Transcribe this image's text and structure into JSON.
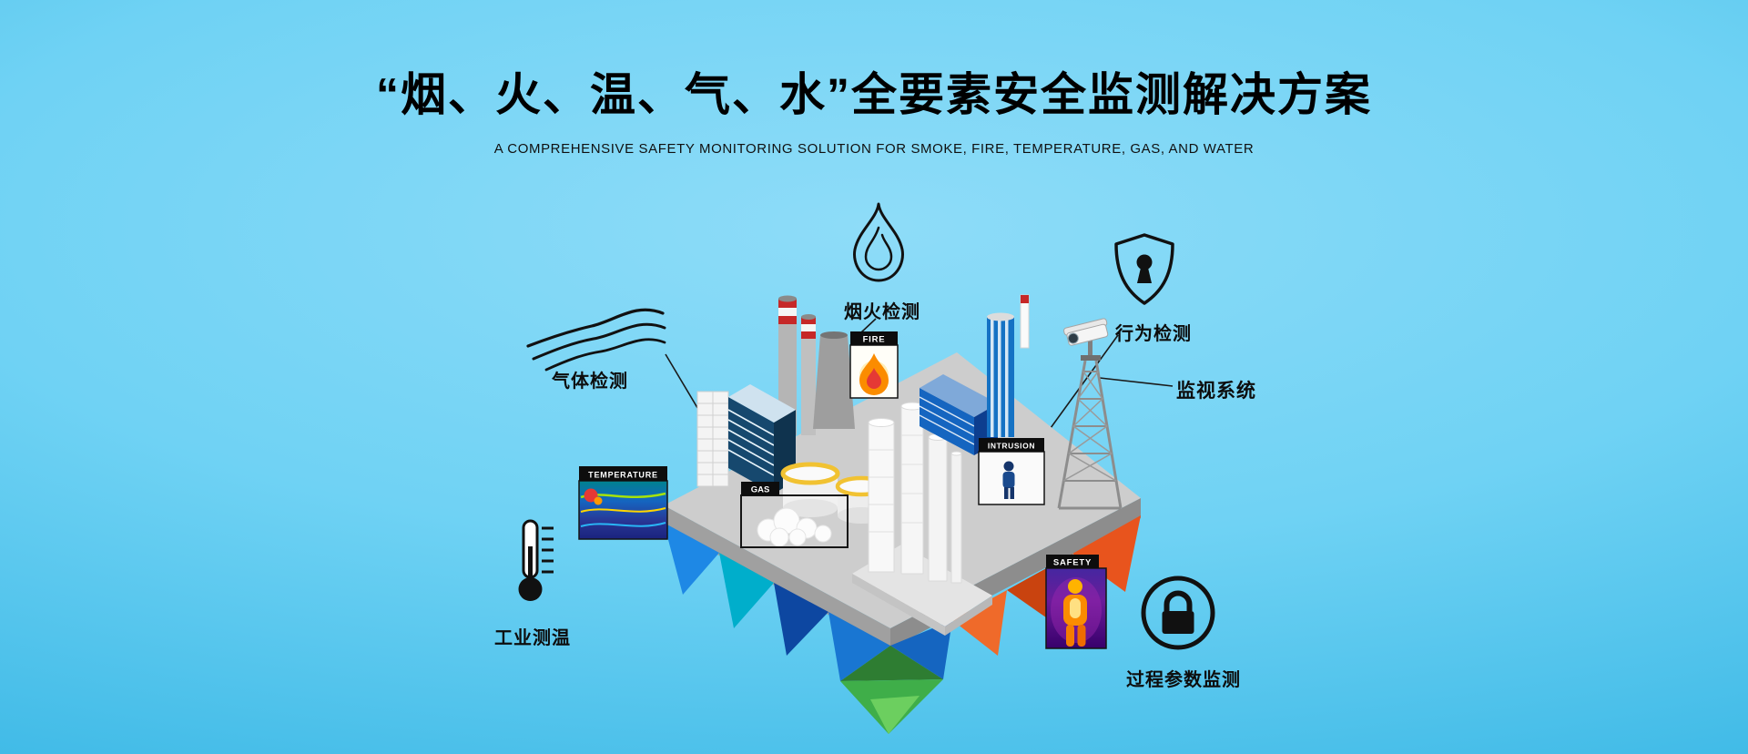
{
  "header": {
    "title": "“烟、火、温、气、水”全要素安全监测解决方案",
    "subtitle": "A COMPREHENSIVE SAFETY MONITORING SOLUTION FOR SMOKE, FIRE, TEMPERATURE, GAS, AND WATER"
  },
  "callouts": {
    "gas_detection": "气体检测",
    "smoke_fire_detection": "烟火检测",
    "behavior_detection": "行为检测",
    "surveillance_system": "监视系统",
    "industrial_temperature": "工业测温",
    "process_parameter_monitoring": "过程参数监测"
  },
  "scene_labels": {
    "temperature": "TEMPERATURE",
    "fire": "FIRE",
    "gas": "GAS",
    "intrusion": "INTRUSION",
    "safety": "SAFETY"
  },
  "colors": {
    "bg_center": "#8edcf8",
    "bg_mid": "#6fd2f4",
    "bg_edge": "#2fb2e2",
    "title": "#000000",
    "accent_orange": "#e8541d",
    "accent_blue": "#1565c0",
    "accent_green": "#3fae49",
    "label_box": "#0d0d0d"
  }
}
